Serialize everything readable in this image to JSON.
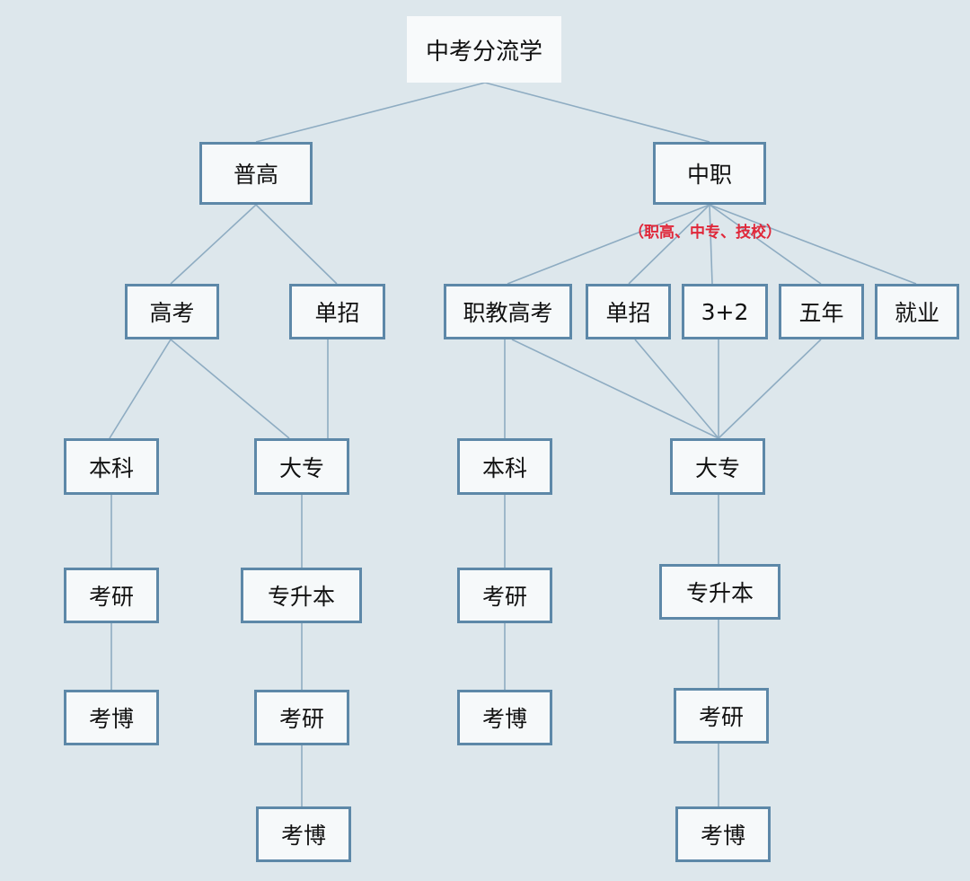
{
  "nodes": {
    "root": "中考分流学",
    "putong": "普高",
    "zhongzhi": "中职",
    "gaokao": "高考",
    "danzhao_a": "单招",
    "zhijiao": "职教高考",
    "danzhao_b": "单招",
    "three_two": "3+2",
    "wunian": "五年",
    "jiuye": "就业",
    "benke_a": "本科",
    "dazhuan_a": "大专",
    "benke_b": "本科",
    "dazhuan_b": "大专",
    "kaoyan_a": "考研",
    "zsb_a": "专升本",
    "kaoyan_b": "考研",
    "zsb_b": "专升本",
    "kaobo_a": "考博",
    "kaoyan_c": "考研",
    "kaobo_b": "考博",
    "kaoyan_d": "考研",
    "kaobo_c": "考博",
    "kaobo_d": "考博"
  },
  "zhongzhi_note": "（职高、中专、技校）",
  "colors": {
    "background": "#dde7ec",
    "box_border": "#5d88a8",
    "line": "#8eacc2",
    "note": "#e0283a"
  }
}
